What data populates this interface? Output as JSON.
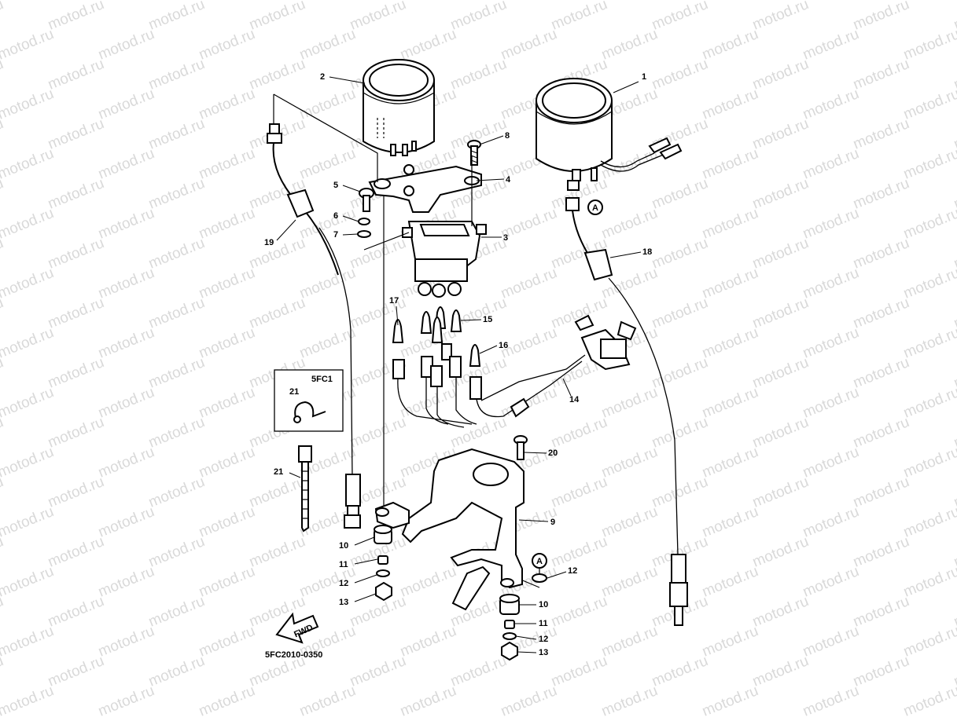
{
  "watermark": "motod.ru",
  "diagram_code": "5FC2010-0350",
  "inset": {
    "title": "5FC1",
    "part": "21"
  },
  "fwd_label": "FWD",
  "circle_ref": "A",
  "callouts": [
    {
      "id": "c1",
      "text": "1"
    },
    {
      "id": "c2",
      "text": "2"
    },
    {
      "id": "c3",
      "text": "3"
    },
    {
      "id": "c4",
      "text": "4"
    },
    {
      "id": "c5",
      "text": "5"
    },
    {
      "id": "c6",
      "text": "6"
    },
    {
      "id": "c7",
      "text": "7"
    },
    {
      "id": "c8",
      "text": "8"
    },
    {
      "id": "c9",
      "text": "9"
    },
    {
      "id": "c10a",
      "text": "10"
    },
    {
      "id": "c10b",
      "text": "10"
    },
    {
      "id": "c11a",
      "text": "11"
    },
    {
      "id": "c11b",
      "text": "11"
    },
    {
      "id": "c12a",
      "text": "12"
    },
    {
      "id": "c12b",
      "text": "12"
    },
    {
      "id": "c12c",
      "text": "12"
    },
    {
      "id": "c13a",
      "text": "13"
    },
    {
      "id": "c13b",
      "text": "13"
    },
    {
      "id": "c14",
      "text": "14"
    },
    {
      "id": "c15",
      "text": "15"
    },
    {
      "id": "c16",
      "text": "16"
    },
    {
      "id": "c17",
      "text": "17"
    },
    {
      "id": "c18",
      "text": "18"
    },
    {
      "id": "c19",
      "text": "19"
    },
    {
      "id": "c20",
      "text": "20"
    },
    {
      "id": "c21",
      "text": "21"
    }
  ]
}
